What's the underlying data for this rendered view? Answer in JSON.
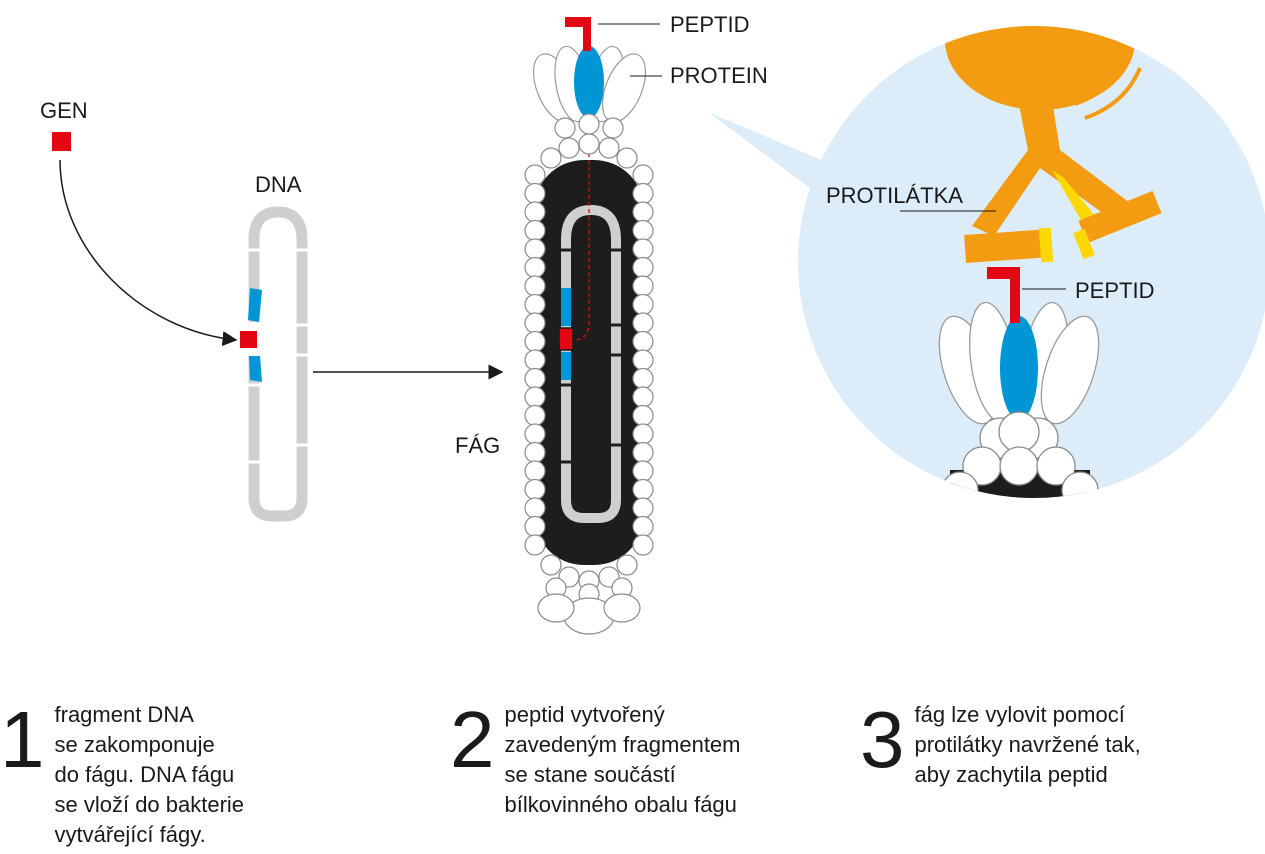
{
  "labels": {
    "gen": "GEN",
    "dna": "DNA",
    "fag": "FÁG",
    "peptid_top": "PEPTID",
    "protein": "PROTEIN",
    "protilatka": "PROTILÁTKA",
    "peptid_zoom": "PEPTID"
  },
  "steps": [
    {
      "number": "1",
      "text": "fragment DNA\nse zakomponuje\ndo fágu. DNA fágu\nse vloží do bakterie\nvytvářející fágy."
    },
    {
      "number": "2",
      "text": "peptid vytvořený\nzavedeným fragmentem\nse stane součástí\nbílkovinného obalu fágu"
    },
    {
      "number": "3",
      "text": "fág lze vylovit pomocí\nprotilátky navržené tak,\naby zachytila peptid"
    }
  ],
  "colors": {
    "gene_red": "#e30613",
    "fragment_blue": "#0096d6",
    "dna_grey": "#cfcfcf",
    "phage_black": "#1d1d1b",
    "zoom_bg": "#dcedf9",
    "antibody_orange": "#f39c12",
    "antibody_yellow": "#ffd700"
  },
  "icons": [
    "gene-icon",
    "dna-strand-icon",
    "phage-icon",
    "antibody-icon"
  ]
}
